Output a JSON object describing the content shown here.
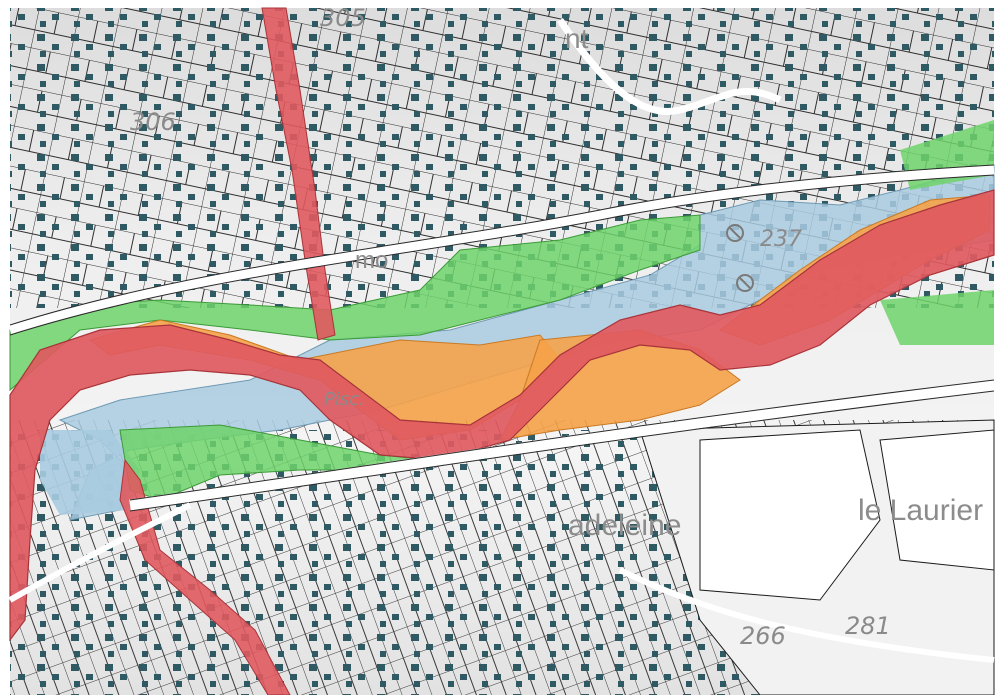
{
  "map": {
    "labels": {
      "elev_306": "306",
      "elev_305": "305",
      "elev_237": "237",
      "elev_266": "266",
      "elev_281": "281",
      "town_top": "nt",
      "piscine": "Pisc.",
      "madeleine": "adeleine",
      "laurier": "le Laurier",
      "mo": "mo"
    },
    "zone_colors": {
      "red": "#e05a5f",
      "orange": "#f5a249",
      "green": "#6fd46a",
      "blue": "#a9cbe0"
    },
    "symbols": [
      "water-treatment-icon",
      "water-treatment-icon"
    ]
  }
}
